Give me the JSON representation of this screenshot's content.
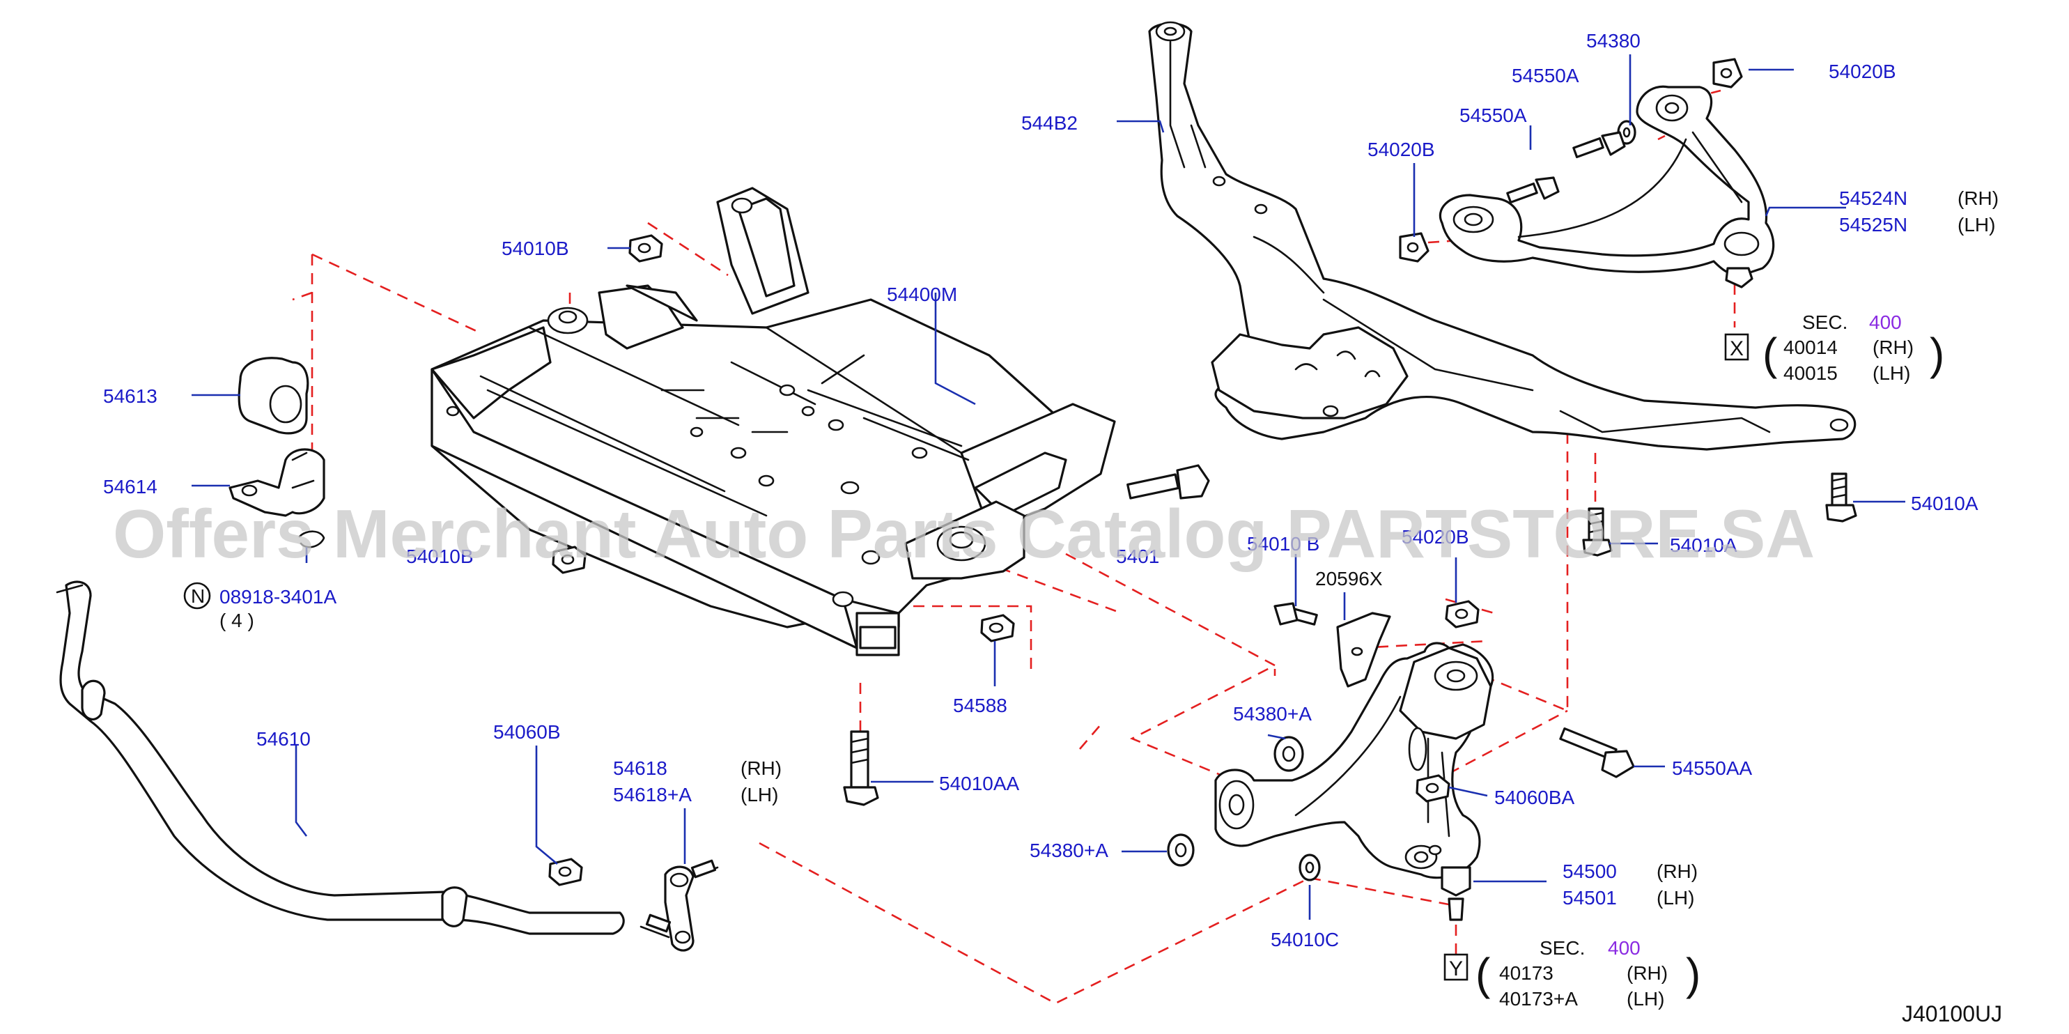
{
  "watermark": "Offers Merchant Auto Parts Catalog PARTSTORE.SA",
  "diagram_id": "J40100UJ",
  "colors": {
    "labels": "#1a1ac8",
    "dash_lines": "#e41f1f",
    "section_number": "#8a2be2",
    "parts": "#111111"
  },
  "labels": {
    "p54400M": "54400M",
    "p54010B_a": "54010B",
    "p54010B_b": "54010B",
    "p54613": "54613",
    "p54614": "54614",
    "p08918": "08918-3401A",
    "p08918_qty": "( 4 )",
    "n_circle": "N",
    "p54610": "54610",
    "p54060B": "54060B",
    "p54618": "54618",
    "p54618A": "54618+A",
    "p54588": "54588",
    "p54010AA": "54010AA",
    "p544B2": "544B2",
    "p54550A_a": "54550A",
    "p54550A_b": "54550A",
    "p54380": "54380",
    "p54020B_a": "54020B",
    "p54020B_b": "54020B",
    "p54524N": "54524N",
    "p54525N": "54525N",
    "p54010A_a": "54010A",
    "p54010A_b": "54010A",
    "p54010B_c": "54010 B",
    "p54020B_c": "54020B",
    "p20596X": "20596X",
    "p54380A_a": "54380+A",
    "p54380A_b": "54380+A",
    "p54550AA": "54550AA",
    "p54060BA": "54060BA",
    "p54500": "54500",
    "p54501": "54501",
    "p54010C": "54010C",
    "p5401x": "5401"
  },
  "sides": {
    "rh": "(RH)",
    "lh": "(LH)"
  },
  "sec_x": {
    "sec": "SEC.",
    "num": "400",
    "box": "X",
    "p1": "40014",
    "p2": "40015"
  },
  "sec_y": {
    "sec": "SEC.",
    "num": "400",
    "box": "Y",
    "p1": "40173",
    "p2": "40173+A"
  }
}
